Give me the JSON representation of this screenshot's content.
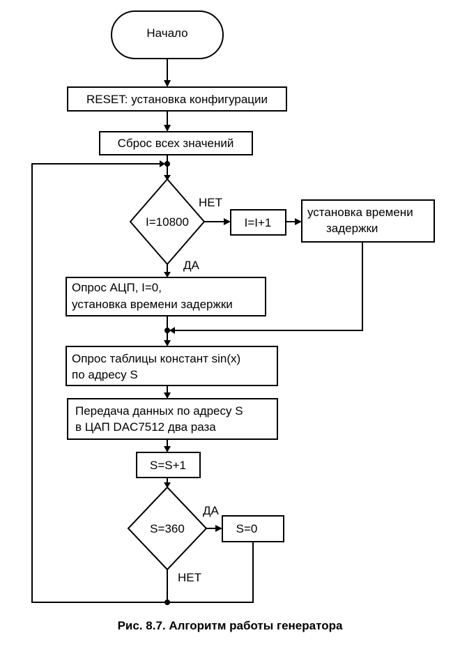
{
  "flowchart": {
    "start": "Начало",
    "reset": "RESET: установка конфигурации",
    "clear_all": "Сброс всех значений",
    "cond_i": "I=10800",
    "no_label_1": "НЕТ",
    "increment_i": "I=I+1",
    "set_delay_line1": "установка времени",
    "set_delay_line2": "задержки",
    "yes_label_1": "ДА",
    "poll_adc_line1": "Опрос АЦП, I=0,",
    "poll_adc_line2": "установка времени задержки",
    "table_line1": "Опрос таблицы  констант sin(x)",
    "table_line2": "по адресу S",
    "transfer_line1": "Передача данных по адресу S",
    "transfer_line2": "в ЦАП  DAC7512 два раза",
    "increment_s": "S=S+1",
    "cond_s": "S=360",
    "yes_label_2": "ДА",
    "reset_s": "S=0",
    "no_label_2": "НЕТ"
  },
  "caption": "Рис. 8.7. Алгоритм работы генератора"
}
